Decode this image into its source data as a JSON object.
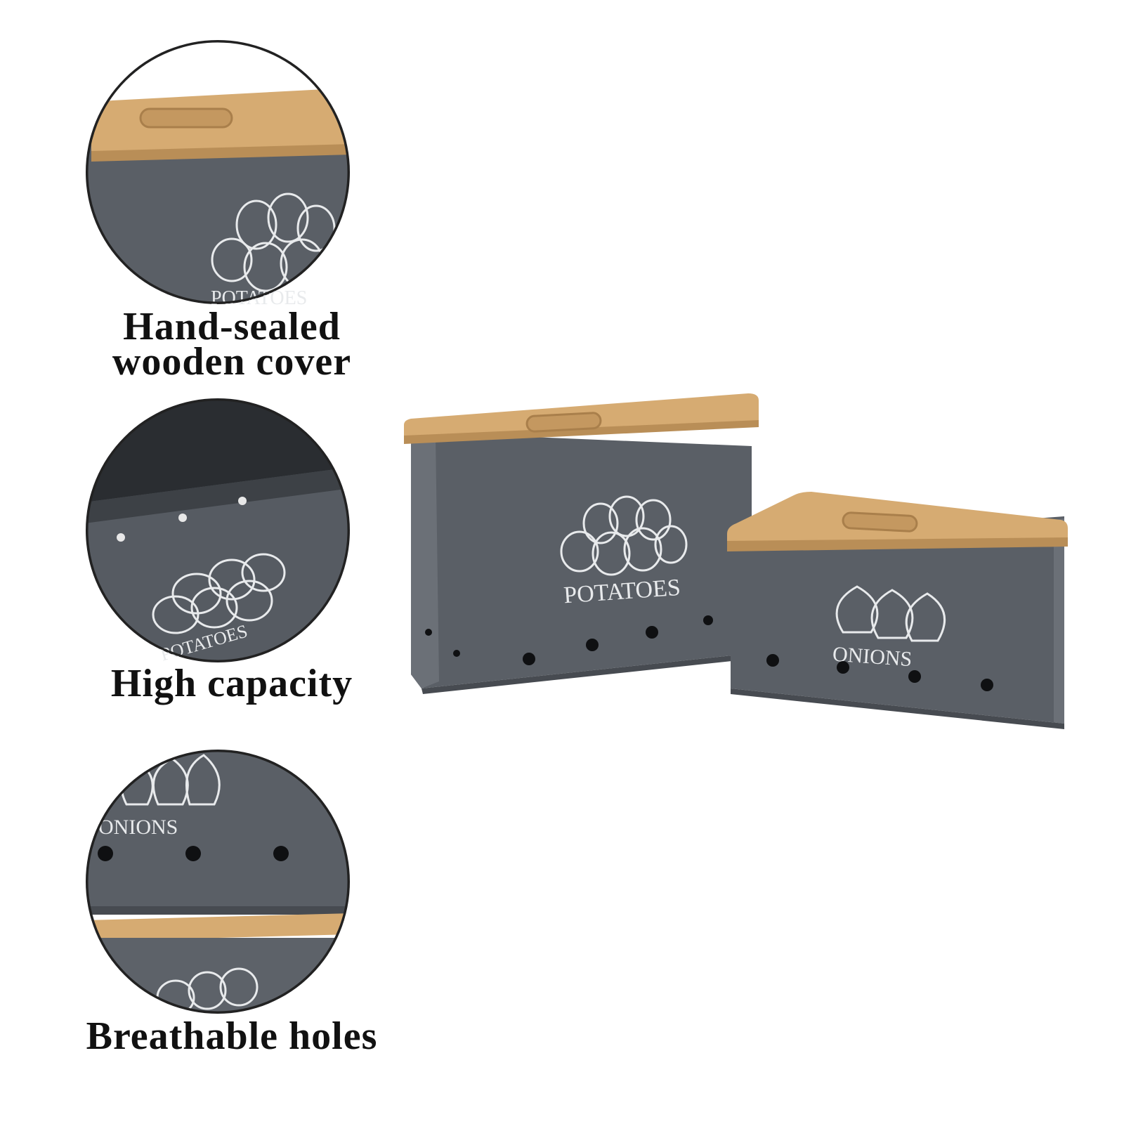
{
  "colors": {
    "body": "#5a5f66",
    "body_dark": "#474b51",
    "body_light": "#6b7077",
    "wood": "#d6ab72",
    "wood_dark": "#b98e57",
    "hole": "#0f1012",
    "print": "#e8eaec",
    "text": "#111111",
    "background": "#ffffff"
  },
  "features": [
    {
      "caption_lines": [
        "Hand-sealed",
        "wooden cover"
      ],
      "detail": "wooden-lid-closeup"
    },
    {
      "caption_lines": [
        "High capacity"
      ],
      "detail": "interior-closeup"
    },
    {
      "caption_lines": [
        "Breathable holes"
      ],
      "detail": "vent-holes-closeup"
    }
  ],
  "labels": {
    "potatoes": "POTATOES",
    "onions": "ONIONS"
  }
}
